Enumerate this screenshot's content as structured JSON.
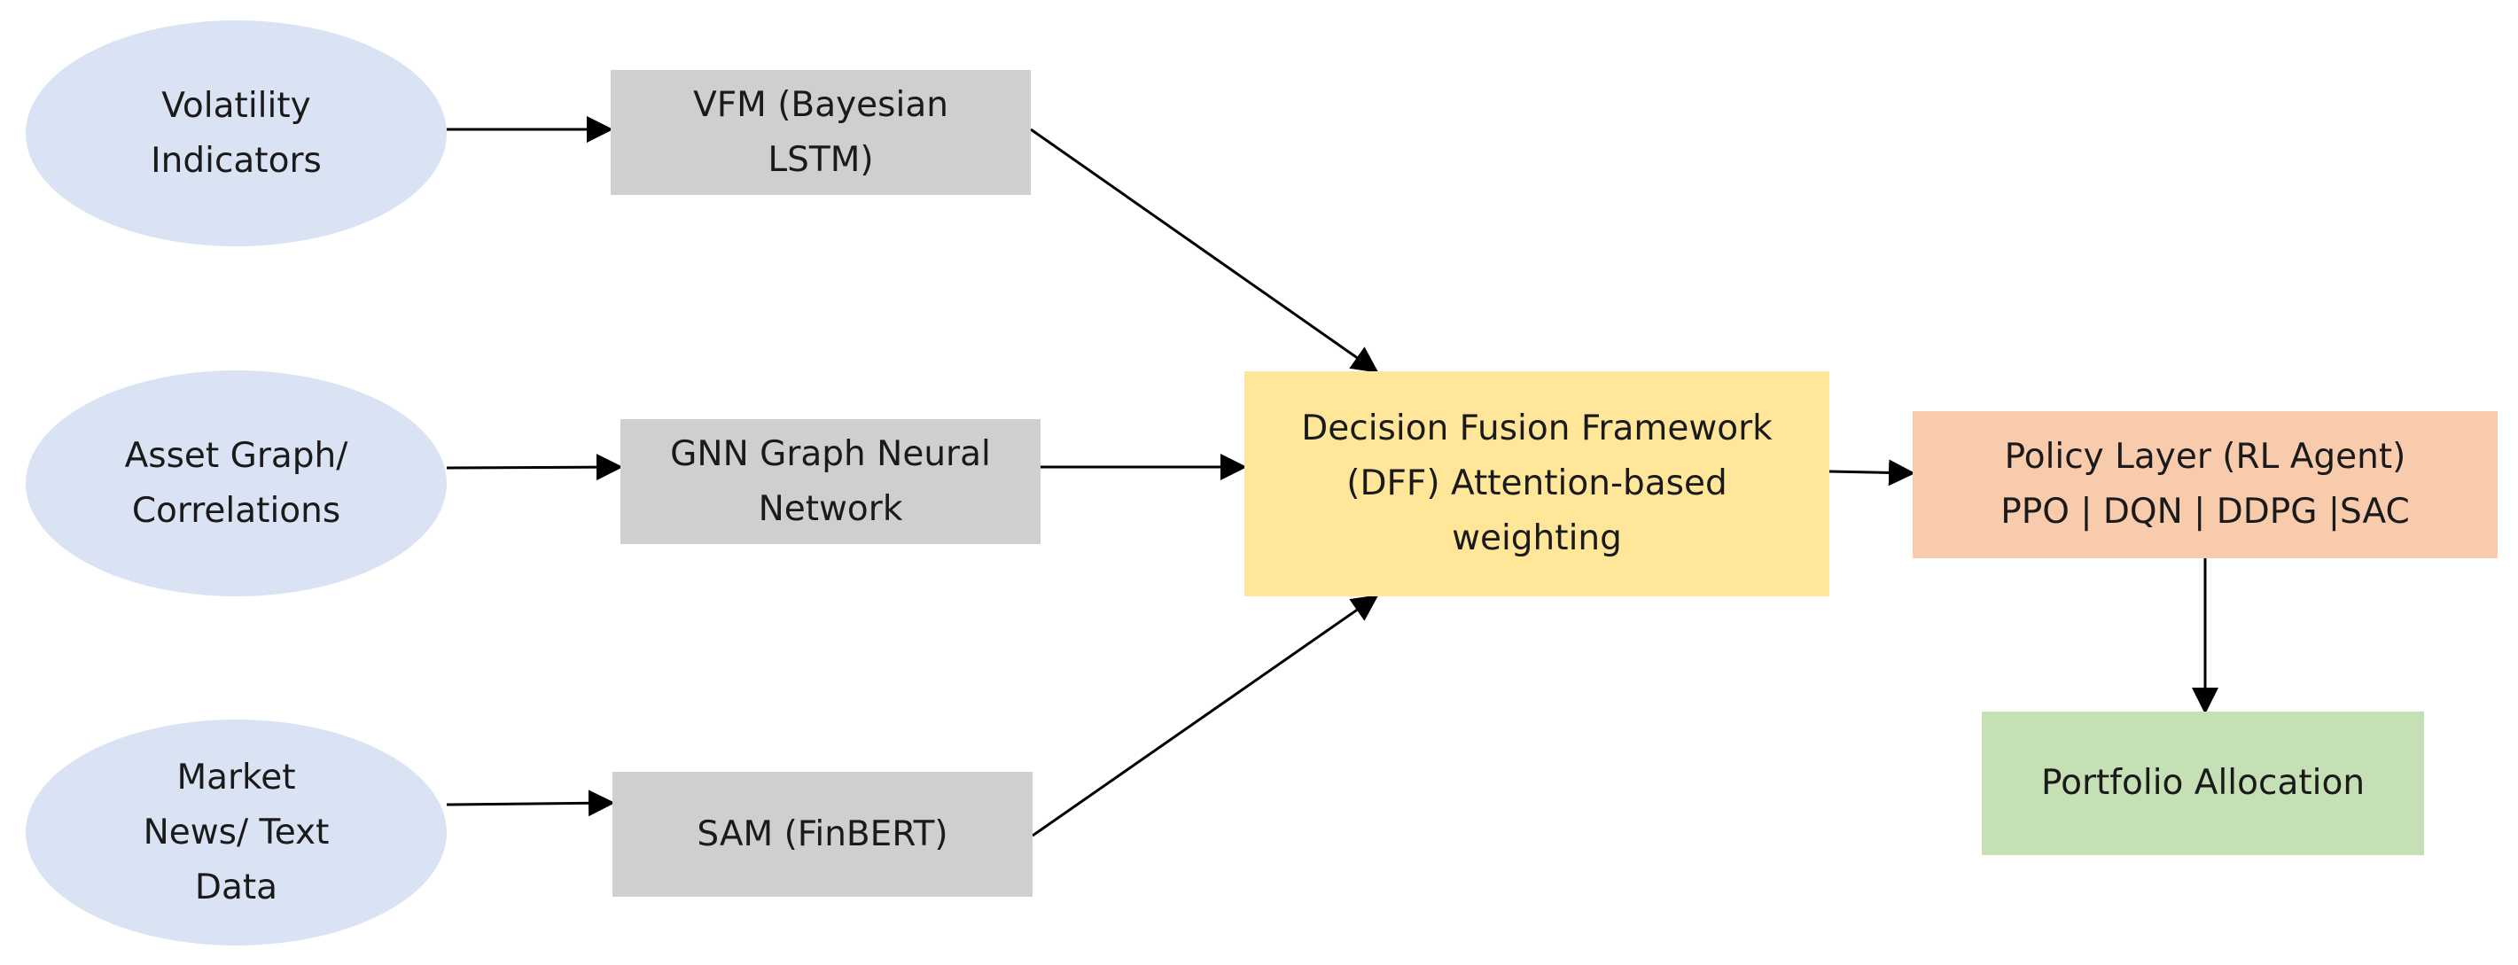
{
  "diagram": {
    "colors": {
      "input": "#dae3f3",
      "encoder": "#d0cece",
      "fusion": "#ffe699",
      "policy": "#f8cbad",
      "output": "#c5e0b4",
      "arrow": "#000000"
    },
    "inputs": [
      {
        "id": "vol",
        "label": "Volatility\nIndicators"
      },
      {
        "id": "asset",
        "label": "Asset Graph/\nCorrelations"
      },
      {
        "id": "news",
        "label": "Market\nNews/ Text\nData"
      }
    ],
    "encoders": [
      {
        "id": "vfm",
        "label": "VFM (Bayesian\nLSTM)"
      },
      {
        "id": "gnn",
        "label": "GNN Graph Neural\nNetwork"
      },
      {
        "id": "sam",
        "label": "SAM (FinBERT)"
      }
    ],
    "fusion": {
      "id": "dff",
      "label": "Decision Fusion Framework\n(DFF) Attention-based\nweighting"
    },
    "policy": {
      "id": "policy",
      "label": "Policy Layer (RL Agent)\nPPO | DQN | DDPG |SAC"
    },
    "output": {
      "id": "port",
      "label": "Portfolio Allocation"
    },
    "edges": [
      {
        "from": "vol",
        "to": "vfm"
      },
      {
        "from": "asset",
        "to": "gnn"
      },
      {
        "from": "news",
        "to": "sam"
      },
      {
        "from": "vfm",
        "to": "dff"
      },
      {
        "from": "gnn",
        "to": "dff"
      },
      {
        "from": "sam",
        "to": "dff"
      },
      {
        "from": "dff",
        "to": "policy"
      },
      {
        "from": "policy",
        "to": "port"
      }
    ]
  }
}
